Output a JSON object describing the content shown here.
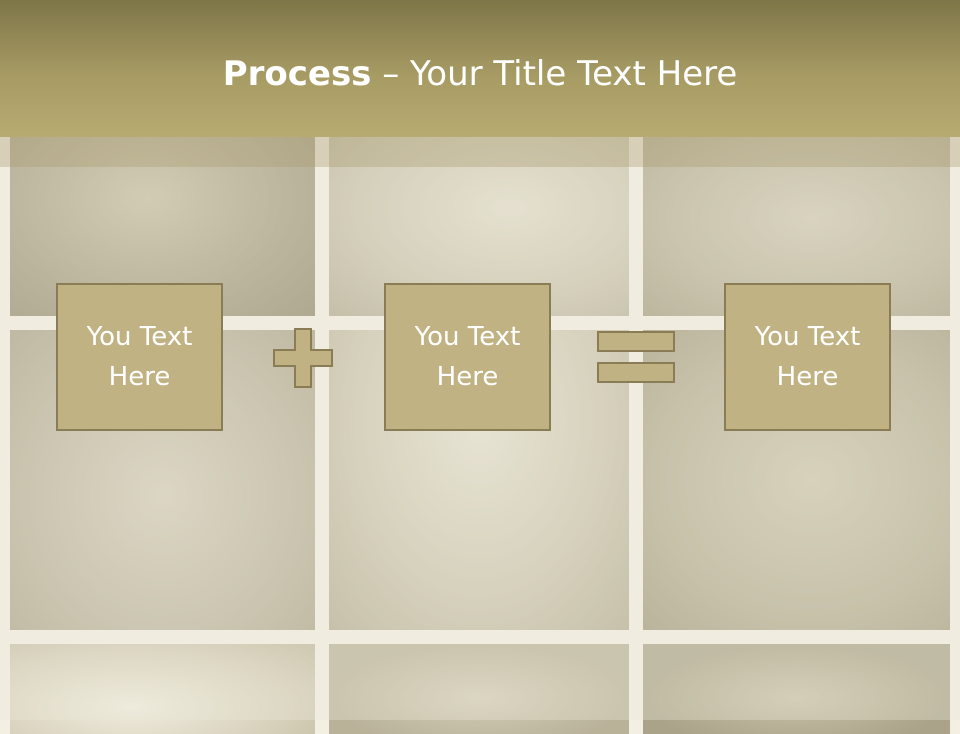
{
  "slide": {
    "title_bold": "Process",
    "title_rest": " – Your Title Text Here"
  },
  "process": {
    "boxes": [
      {
        "text": "You Text Here"
      },
      {
        "text": "You Text Here"
      },
      {
        "text": "You Text Here"
      }
    ],
    "operators": [
      "plus-icon",
      "equals-icon"
    ]
  },
  "colors": {
    "title_bar": "#a79b64",
    "box_fill": "#c0b283",
    "box_border": "#8a7d55",
    "text": "#ffffff"
  }
}
